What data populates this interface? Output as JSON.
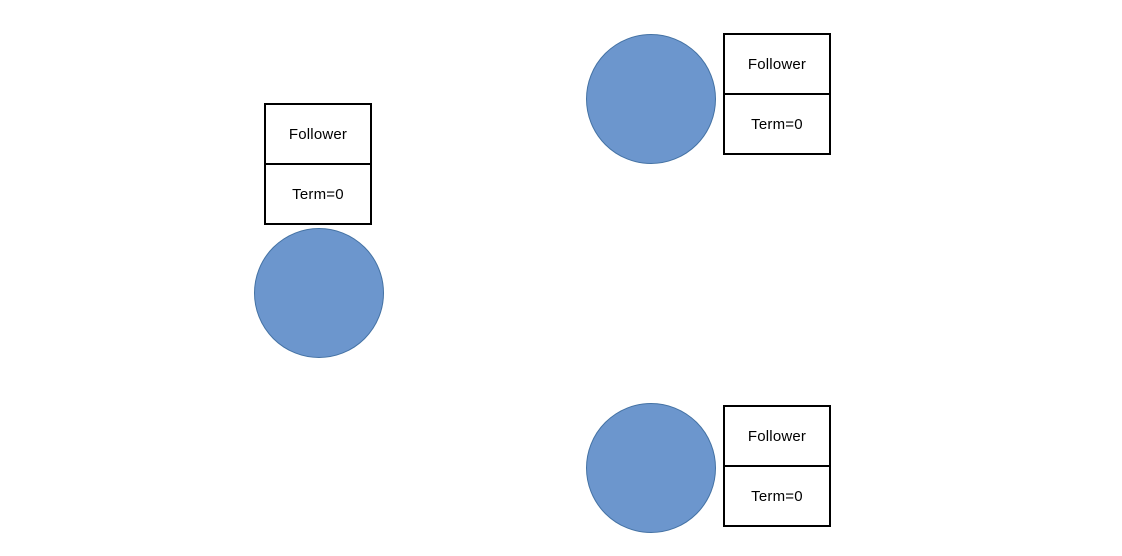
{
  "diagram": {
    "background_color": "#ffffff",
    "node_fill_color": "#6C96CD",
    "node_border_color": "#4472A4",
    "table_border_color": "#000000",
    "text_color": "#000000"
  },
  "nodes": [
    {
      "position": "left",
      "state_label": "Follower",
      "term_label": "Term=0"
    },
    {
      "position": "top-right",
      "state_label": "Follower",
      "term_label": "Term=0"
    },
    {
      "position": "bottom-right",
      "state_label": "Follower",
      "term_label": "Term=0"
    }
  ]
}
